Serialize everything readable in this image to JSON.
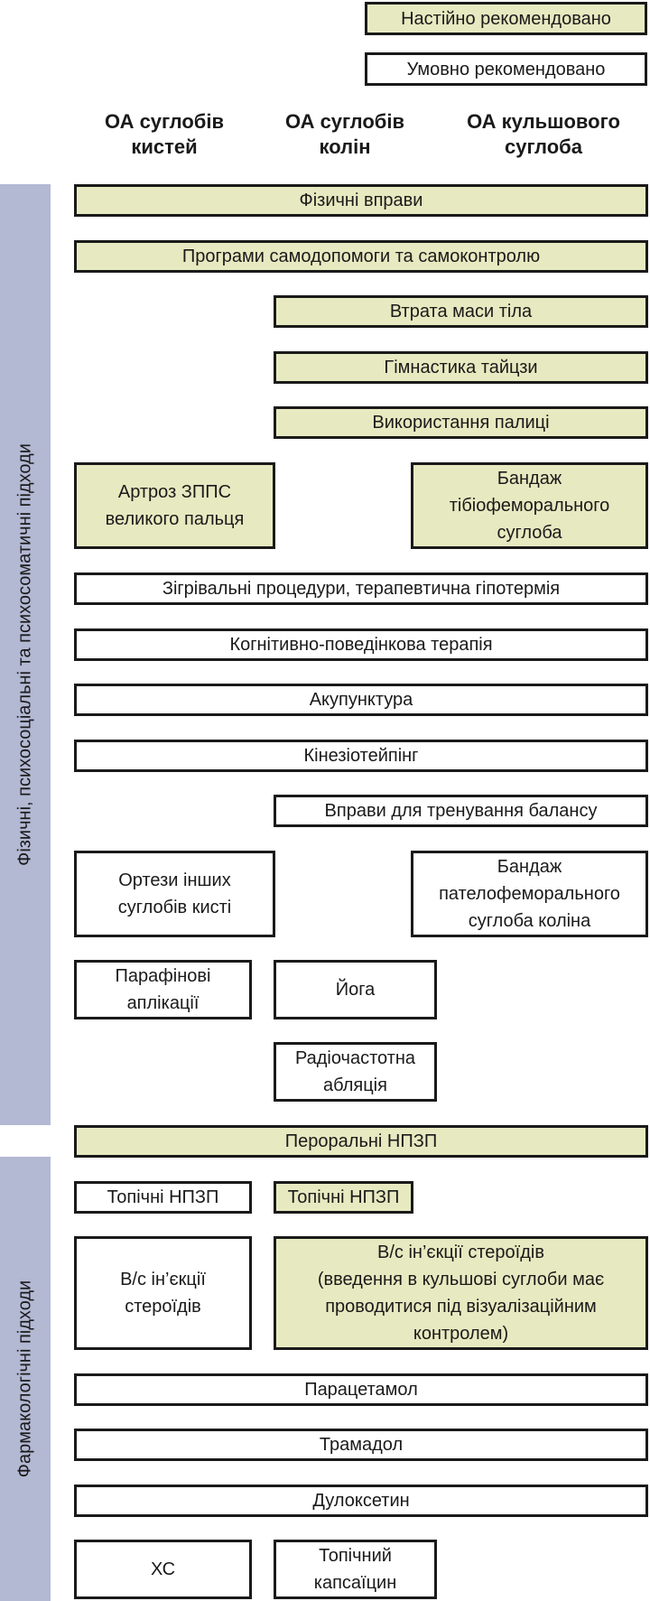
{
  "legend": {
    "strong": "Настійно рекомендовано",
    "conditional": "Умовно рекомендовано"
  },
  "columns": {
    "hand": "ОА суглобів\nкистей",
    "knee": "ОА суглобів\nколін",
    "hip": "ОА кульшового\nсуглоба"
  },
  "sections": {
    "physical": "Фізичні, психосоціальні та психосоматичні підходи",
    "pharma": "Фармакологічні підходи"
  },
  "items": {
    "exercise": "Фізичні вправи",
    "self_management": "Програми самодопомоги та самоконтролю",
    "weight_loss": "Втрата маси тіла",
    "tai_chi": "Гімнастика тайцзи",
    "cane": "Використання палиці",
    "thumb_orthosis": "Артроз ЗППС\nвеликого пальця",
    "tibiofemoral_brace": "Бандаж\nтібіофеморального\nсуглоба",
    "thermal": "Зігрівальні процедури, терапевтична гіпотермія",
    "cbt": "Когнітивно-поведінкова терапія",
    "acupuncture": "Акупунктура",
    "kinesiotaping": "Кінезіотейпінг",
    "balance": "Вправи для тренування балансу",
    "other_hand_orthoses": "Ортези інших\nсуглобів кисті",
    "patellofemoral_brace": "Бандаж\nпателофеморального\nсуглоба коліна",
    "paraffin": "Парафінові\nаплікації",
    "yoga": "Йога",
    "rf_ablation": "Радіочастотна\nабляція",
    "oral_nsaid": "Пероральні НПЗП",
    "topical_nsaid_hand": "Топічні НПЗП",
    "topical_nsaid_knee": "Топічні НПЗП",
    "ia_steroid_hand": "В/с ін’єкції\nстероїдів",
    "ia_steroid_knee_hip": "В/с ін’єкції стероїдів\n(введення в кульшові суглоби має\nпроводитися під візуалізаційним\nконтролем)",
    "paracetamol": "Парацетамол",
    "tramadol": "Трамадол",
    "duloxetine": "Дулоксетин",
    "chondroitin": "ХС",
    "capsaicin": "Топічний\nкапсаїцин"
  }
}
